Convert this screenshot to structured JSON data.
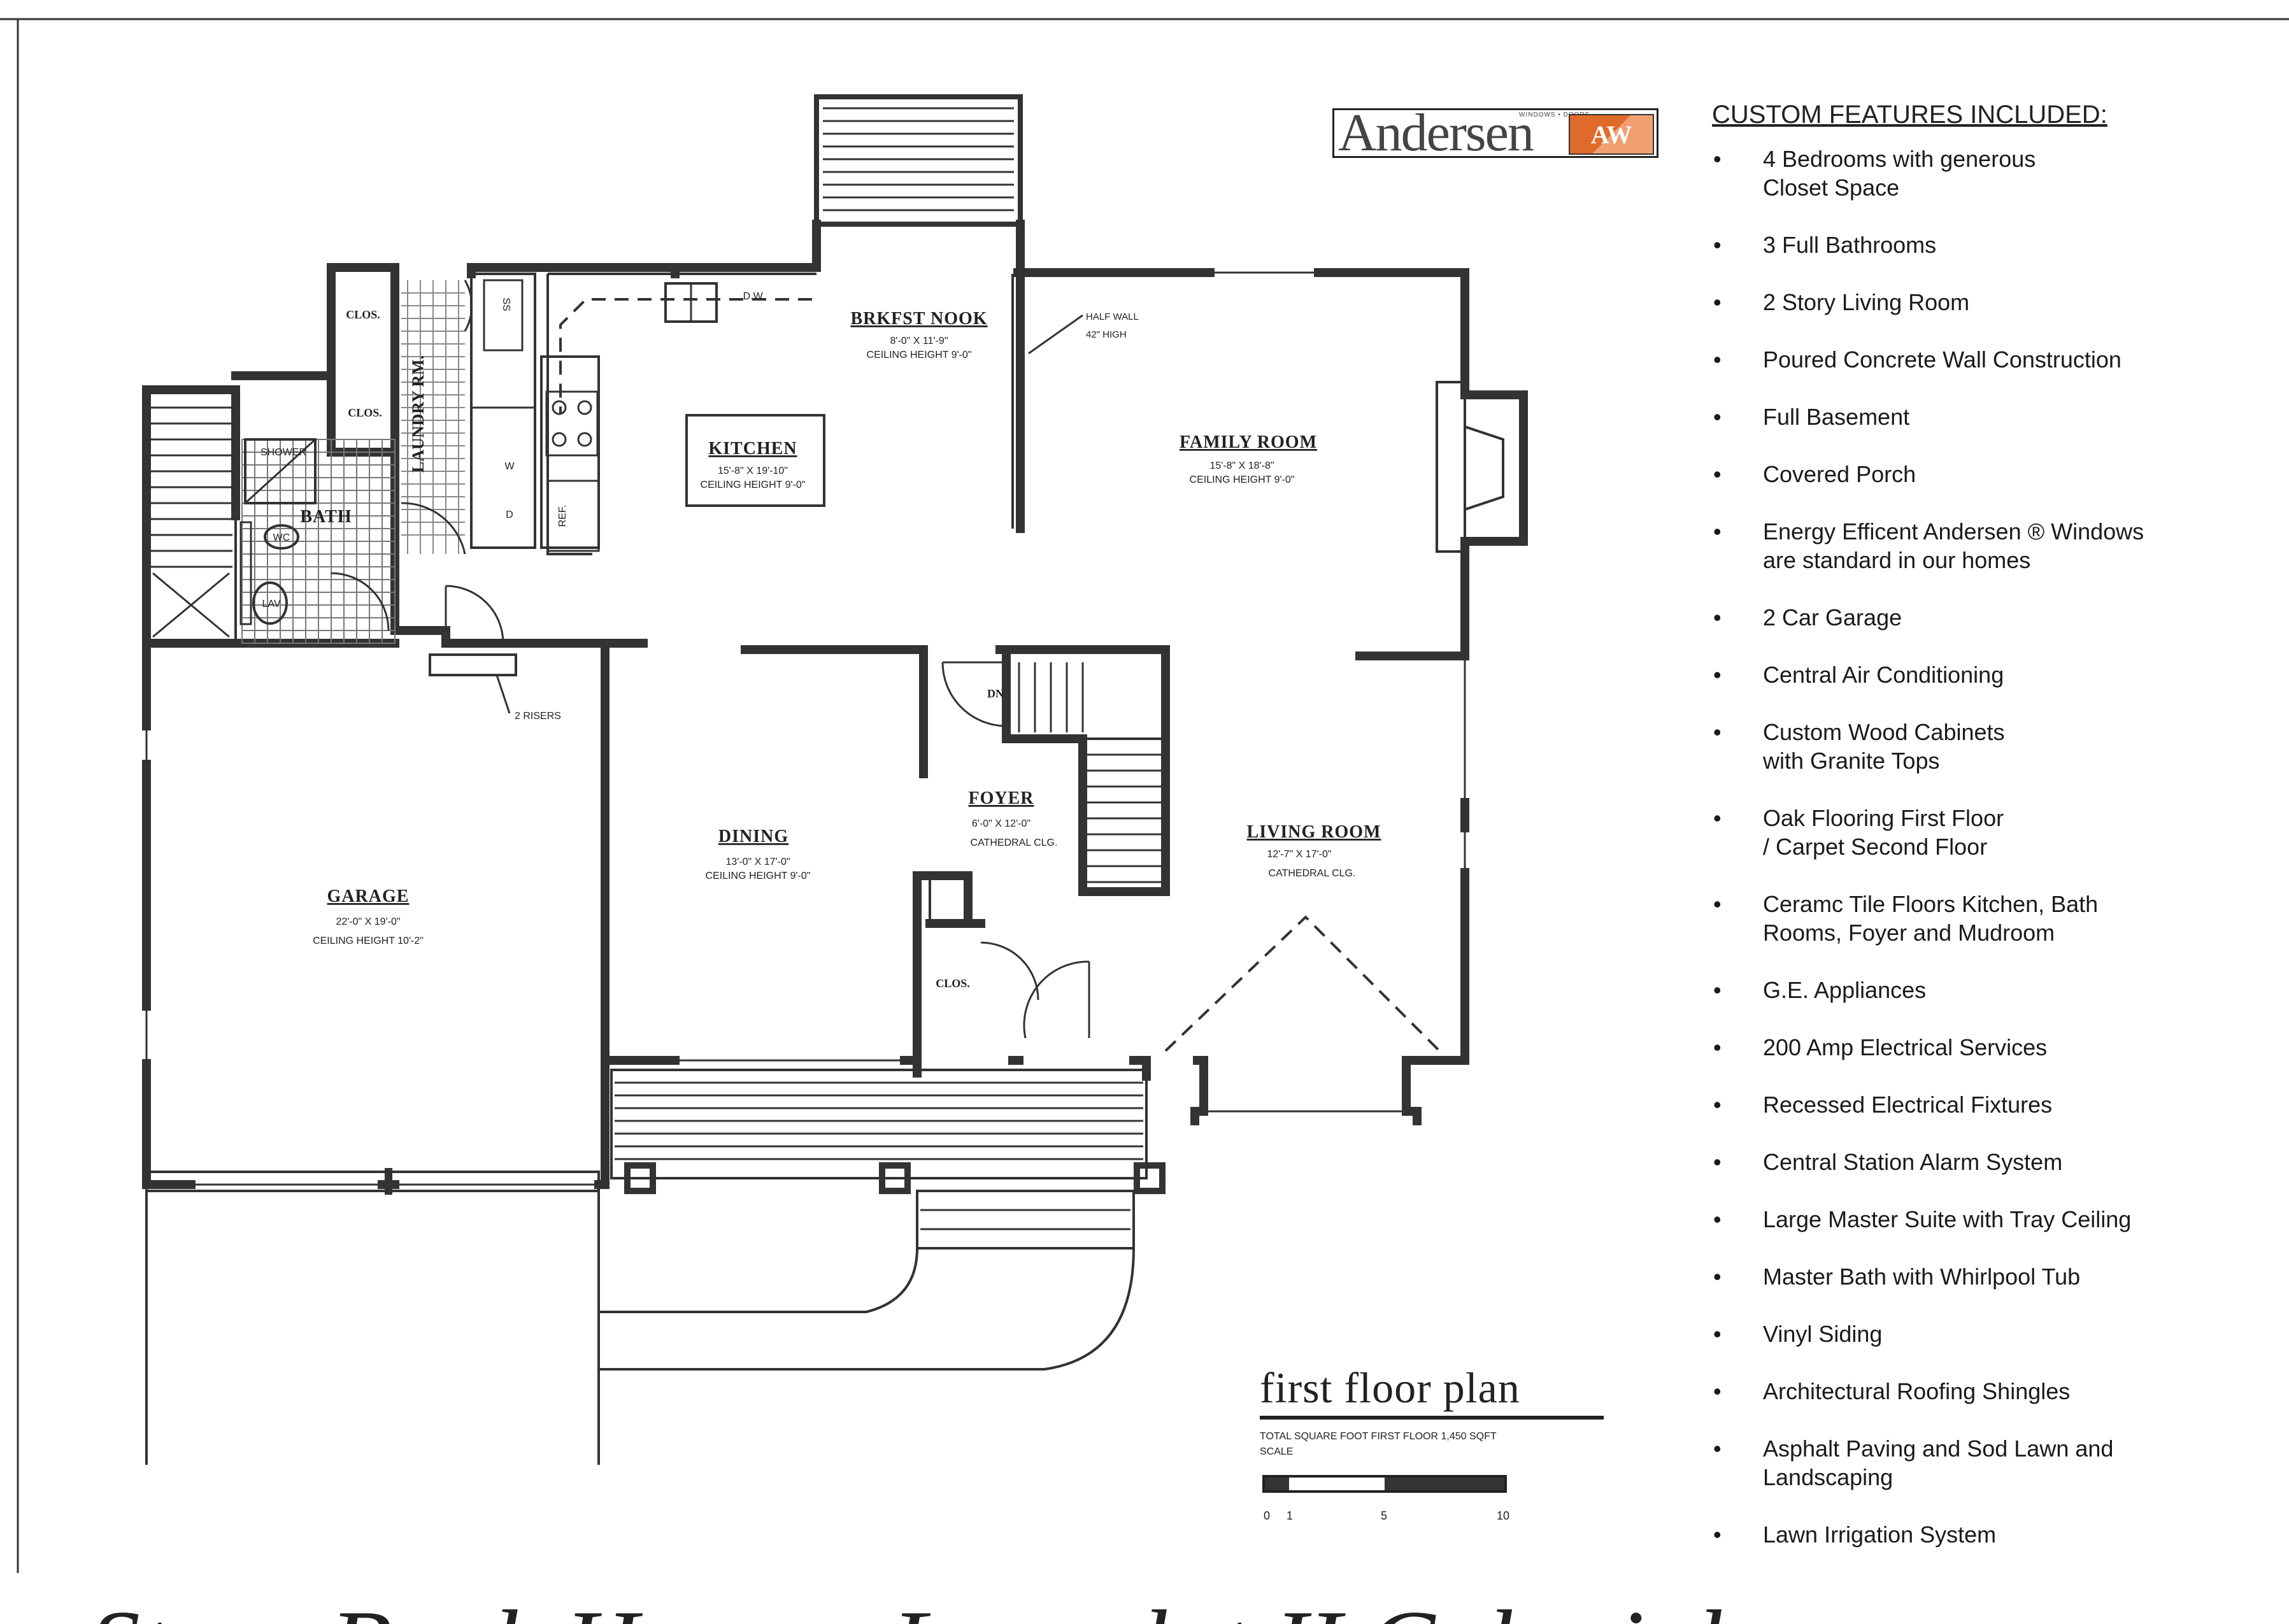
{
  "brand": {
    "name": "Andersen",
    "tagline": "WINDOWS • DOORS",
    "mark": "AW"
  },
  "features": {
    "heading": "CUSTOM FEATURES INCLUDED:",
    "items": [
      "4 Bedrooms with generous\nCloset Space",
      "3 Full Bathrooms",
      "2 Story  Living Room",
      "Poured Concrete Wall Construction",
      "Full Basement",
      "Covered Porch",
      "Energy Efficent Andersen ® Windows\nare standard in our homes",
      "2 Car Garage",
      "Central  Air Conditioning",
      "Custom Wood Cabinets\nwith Granite Tops",
      "Oak Flooring First Floor\n/ Carpet Second Floor",
      "Ceramc Tile Floors  Kitchen, Bath\nRooms, Foyer and Mudroom",
      "G.E.  Appliances",
      "200 Amp Electrical Services",
      " Recessed Electrical Fixtures",
      "Central Station Alarm  System",
      "Large Master Suite with Tray Ceiling",
      "Master Bath with Whirlpool Tub",
      "Vinyl Siding",
      "Architectural Roofing Shingles",
      "Asphalt Paving and Sod  Lawn and\nLandscaping",
      "Lawn Irrigation System"
    ]
  },
  "rooms": {
    "kitchen": {
      "name": "KITCHEN",
      "dims": "15'-8\" X 19'-10\"",
      "ceiling": "CEILING HEIGHT 9'-0\""
    },
    "nook": {
      "name": "BRKFST  NOOK",
      "dims": "8'-0\" X 11'-9\"",
      "ceiling": "CEILING HEIGHT 9'-0\""
    },
    "family": {
      "name": "FAMILY  ROOM",
      "dims": "15'-8\" X 18'-8\"",
      "ceiling": "CEILING HEIGHT 9'-0\""
    },
    "dining": {
      "name": "DINING",
      "dims": "13'-0\" X 17'-0\"",
      "ceiling": "CEILING HEIGHT 9'-0\""
    },
    "foyer": {
      "name": "FOYER",
      "dims": "6'-0\" X 12'-0\"",
      "ceiling": "CATHEDRAL CLG."
    },
    "living": {
      "name": "LIVING  ROOM",
      "dims": "12'-7\" X 17'-0\"",
      "ceiling": "CATHEDRAL CLG."
    },
    "garage": {
      "name": "GARAGE",
      "dims": "22'-0\" X 19'-0\"",
      "ceiling": "CEILING HEIGHT 10'-2\""
    },
    "bath": {
      "name": "BATH"
    },
    "laundry": {
      "name": "LAUNDRY  RM."
    }
  },
  "labels": {
    "clos": "CLOS.",
    "shower": "SHOWER",
    "wc": "WC",
    "lav": "LAV",
    "dw": "D.W.",
    "ref": "REF.",
    "w": "W",
    "d": "D",
    "ss": "SS",
    "dn": "DN",
    "half_wall": "HALF WALL",
    "half_wall_h": "42\" HIGH",
    "risers": "2 RISERS"
  },
  "plan": {
    "title": "first floor plan",
    "sqft": "TOTAL SQUARE FOOT FIRST FLOOR 1,450 SQFT",
    "scale_label": "SCALE",
    "scale_ticks": [
      "0",
      "1",
      "5",
      "10"
    ]
  },
  "footer": {
    "left": "Story Book Homes",
    "right": "Lancelot II Colonial"
  }
}
